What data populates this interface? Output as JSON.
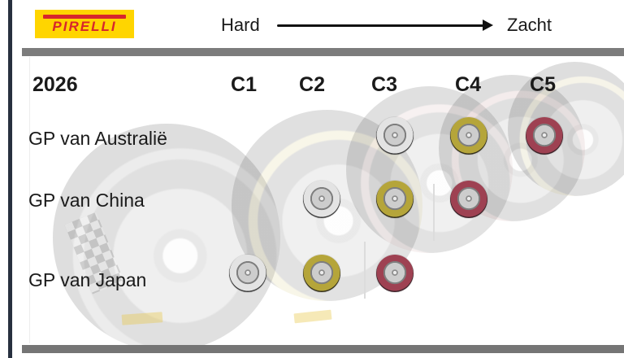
{
  "header": {
    "logo_text": "PIRELLI",
    "scale_left": "Hard",
    "scale_right": "Zacht"
  },
  "table": {
    "year": "2026",
    "columns": [
      "C1",
      "C2",
      "C3",
      "C4",
      "C5"
    ],
    "races": [
      {
        "name": "GP van Australië",
        "compounds": {
          "hard": "C3",
          "medium": "C4",
          "soft": "C5"
        }
      },
      {
        "name": "GP van China",
        "compounds": {
          "hard": "C2",
          "medium": "C3",
          "soft": "C4"
        }
      },
      {
        "name": "GP van Japan",
        "compounds": {
          "hard": "C1",
          "medium": "C2",
          "soft": "C3"
        }
      }
    ]
  },
  "colors": {
    "pirelli_yellow": "#ffd500",
    "pirelli_red": "#d7262c",
    "hard_band": "#e3e3e3",
    "hard_tread": "#3e3e3e",
    "medium_band": "#b5a53a",
    "medium_tread": "#35311d",
    "soft_band": "#9e4152",
    "soft_tread": "#3c2229",
    "bar_gray": "#7c7c7c",
    "left_strip": "#27303f"
  }
}
